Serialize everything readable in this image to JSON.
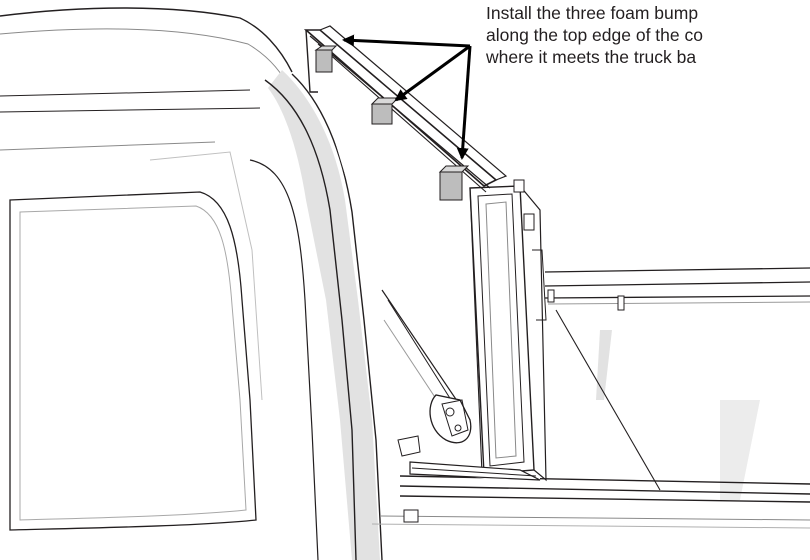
{
  "instruction": {
    "lines": [
      "Install the three foam bump",
      "along the top edge of the co",
      "where it meets the truck ba"
    ]
  },
  "colors": {
    "line": "#231f20",
    "light_line": "#9a9a9a",
    "shade": "#e2e2e2",
    "bumper": "#bdbdbd",
    "arrow": "#000000"
  },
  "icons": [
    "arrow-icon"
  ]
}
